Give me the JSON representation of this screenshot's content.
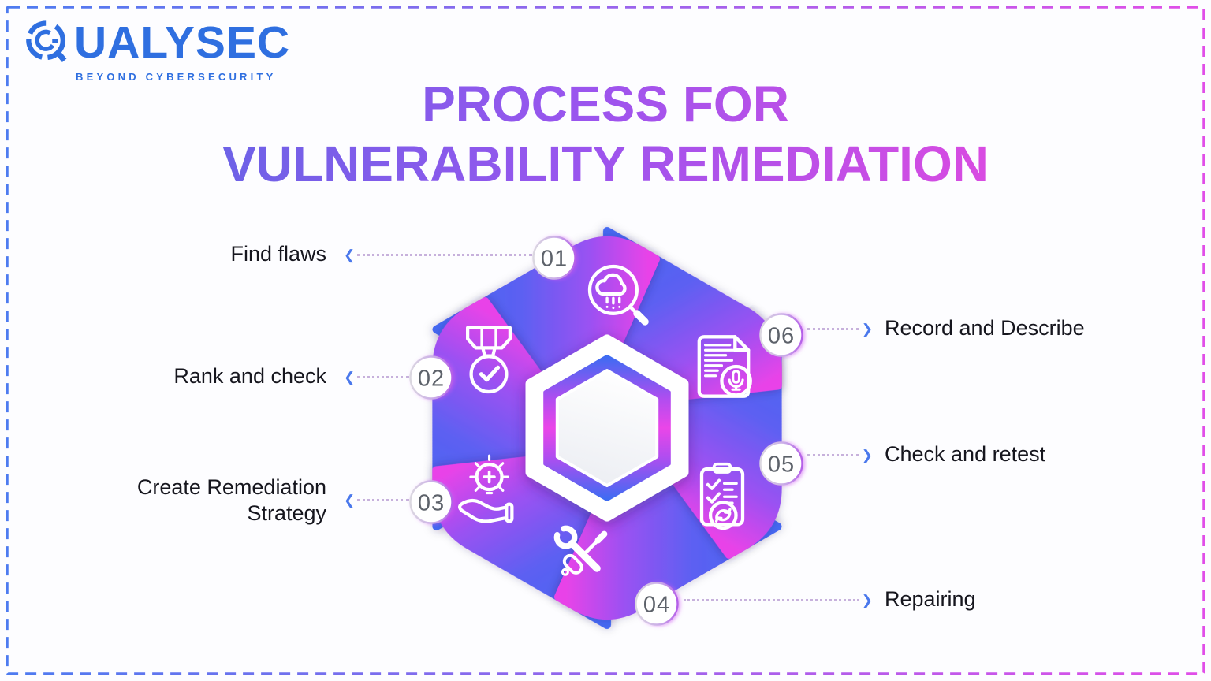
{
  "logo": {
    "brand": "QUALYSEC",
    "brand_initial": "Q",
    "brand_rest": "UALYSEC",
    "tagline": "BEYOND CYBERSECURITY",
    "color": "#2f6fe0"
  },
  "title": {
    "line1": "PROCESS FOR",
    "line2": "VULNERABILITY REMEDIATION"
  },
  "diagram": {
    "type": "hexagon-pinwheel-cycle",
    "steps": [
      {
        "number": "01",
        "label": "Find flaws",
        "icon": "search-flaws-icon",
        "label_side": "left"
      },
      {
        "number": "02",
        "label": "Rank and check",
        "icon": "medal-check-icon",
        "label_side": "left"
      },
      {
        "number": "03",
        "label": "Create Remediation Strategy",
        "icon": "idea-hand-icon",
        "label_side": "left"
      },
      {
        "number": "04",
        "label": "Repairing",
        "icon": "wrench-screwdriver-icon",
        "label_side": "right"
      },
      {
        "number": "05",
        "label": "Check and retest",
        "icon": "clipboard-retest-icon",
        "label_side": "right"
      },
      {
        "number": "06",
        "label": "Record and Describe",
        "icon": "document-record-icon",
        "label_side": "right"
      }
    ]
  },
  "colors": {
    "ribbon_blue": "#4569f2",
    "ribbon_magenta": "#f43bdf",
    "logo_blue": "#2f6fe0",
    "title_gradient_start": "#5b67e4",
    "title_gradient_end": "#f048dd",
    "label_text": "#16161e",
    "badge_number": "#5d626b",
    "border_blue": "#4d7bf0",
    "border_pink": "#e14ee8"
  }
}
